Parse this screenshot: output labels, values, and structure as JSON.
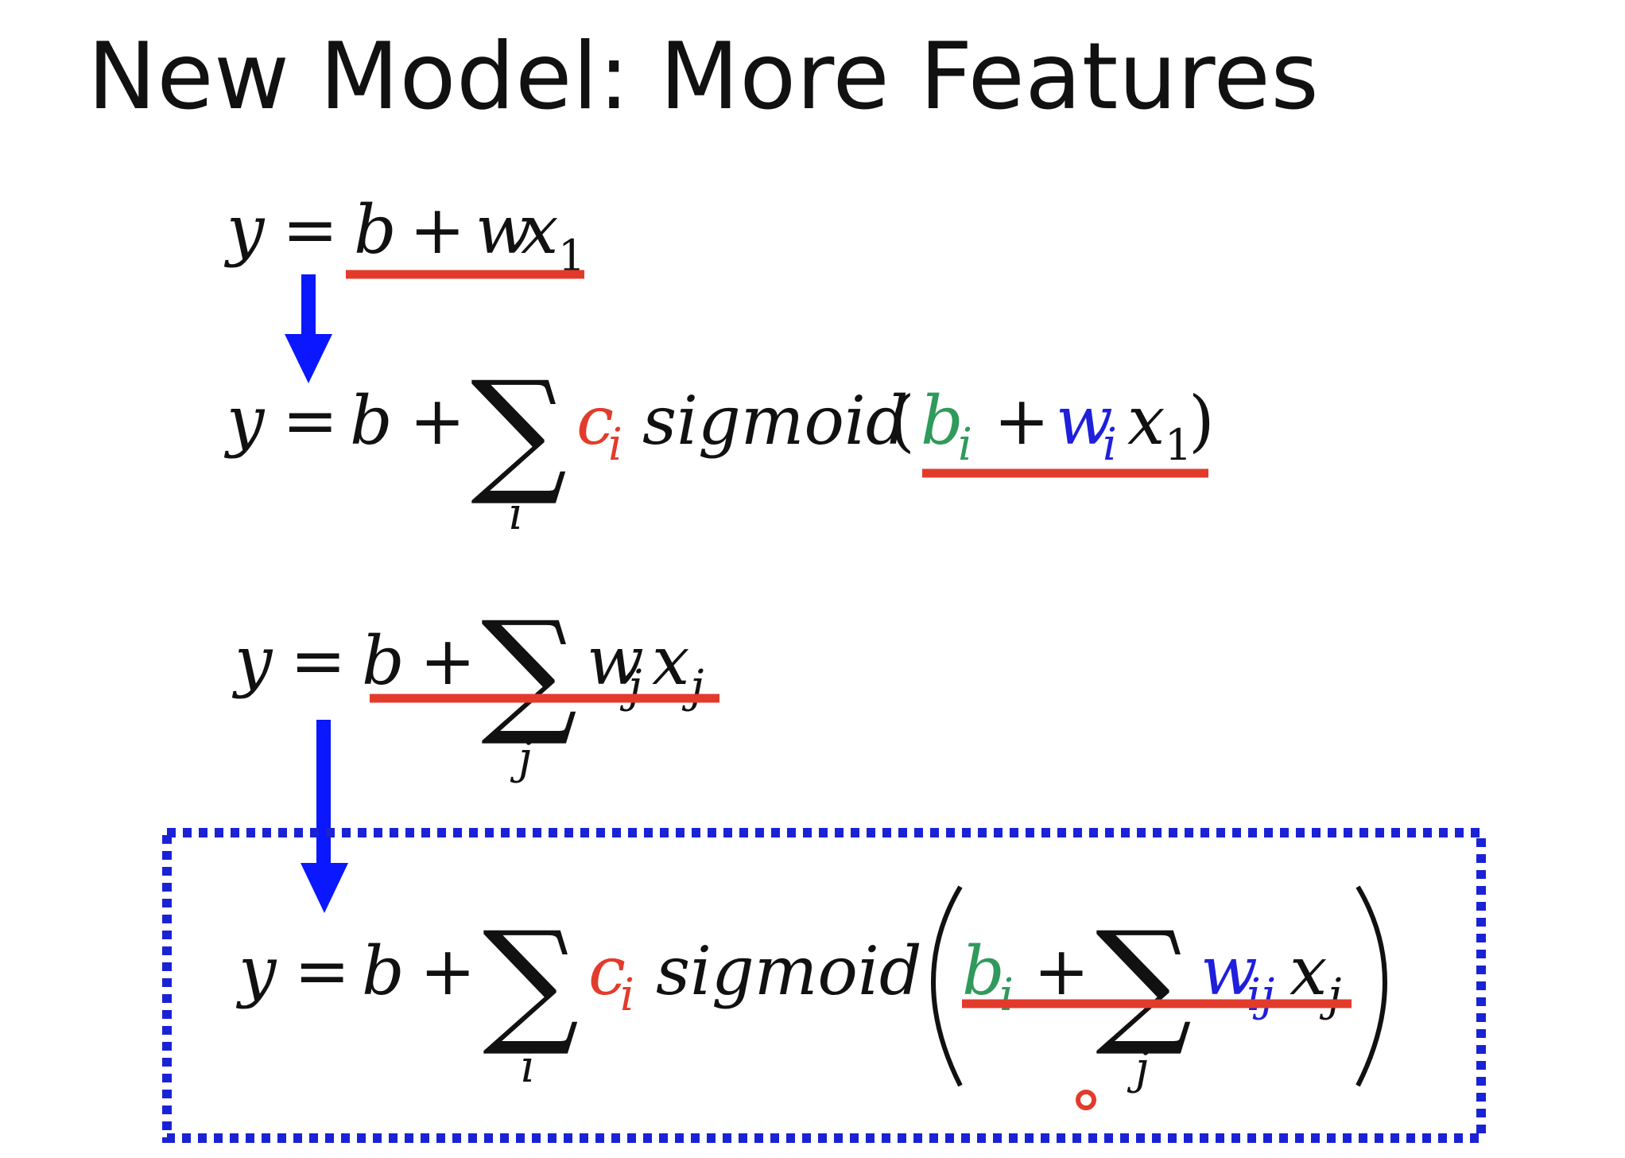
{
  "slide": {
    "title": "New Model: More Features"
  },
  "colors": {
    "text": "#111111",
    "red": "#e33b2b",
    "blue": "#1f1fdc",
    "green": "#2f9a5b",
    "arrow_blue": "#0a17ff",
    "box_blue": "#1a22d6"
  },
  "eq1": {
    "y": "y",
    "eq": "=",
    "b": "b",
    "plus": "+",
    "w": "w",
    "x": "x",
    "sub1": "1"
  },
  "eq2": {
    "y": "y",
    "eq": "=",
    "b": "b",
    "plus": "+",
    "sigma": "∑",
    "idx": "i",
    "c": "c",
    "c_sub": "i",
    "func": "sigmoid",
    "lparen": "(",
    "bi": "b",
    "bi_sub": "i",
    "plus2": "+",
    "wi": "w",
    "wi_sub": "i",
    "x": "x",
    "x_sub": "1",
    "rparen": ")"
  },
  "eq3": {
    "y": "y",
    "eq": "=",
    "b": "b",
    "plus": "+",
    "sigma": "∑",
    "idx": "j",
    "w": "w",
    "w_sub": "j",
    "x": "x",
    "x_sub": "j"
  },
  "eq4": {
    "y": "y",
    "eq": "=",
    "b": "b",
    "plus": "+",
    "sigma": "∑",
    "idx": "i",
    "c": "c",
    "c_sub": "i",
    "func": "sigmoid",
    "bi": "b",
    "bi_sub": "i",
    "plus2": "+",
    "sigma2": "∑",
    "idx2": "j",
    "w": "w",
    "w_sub": "ij",
    "x": "x",
    "x_sub": "j"
  }
}
